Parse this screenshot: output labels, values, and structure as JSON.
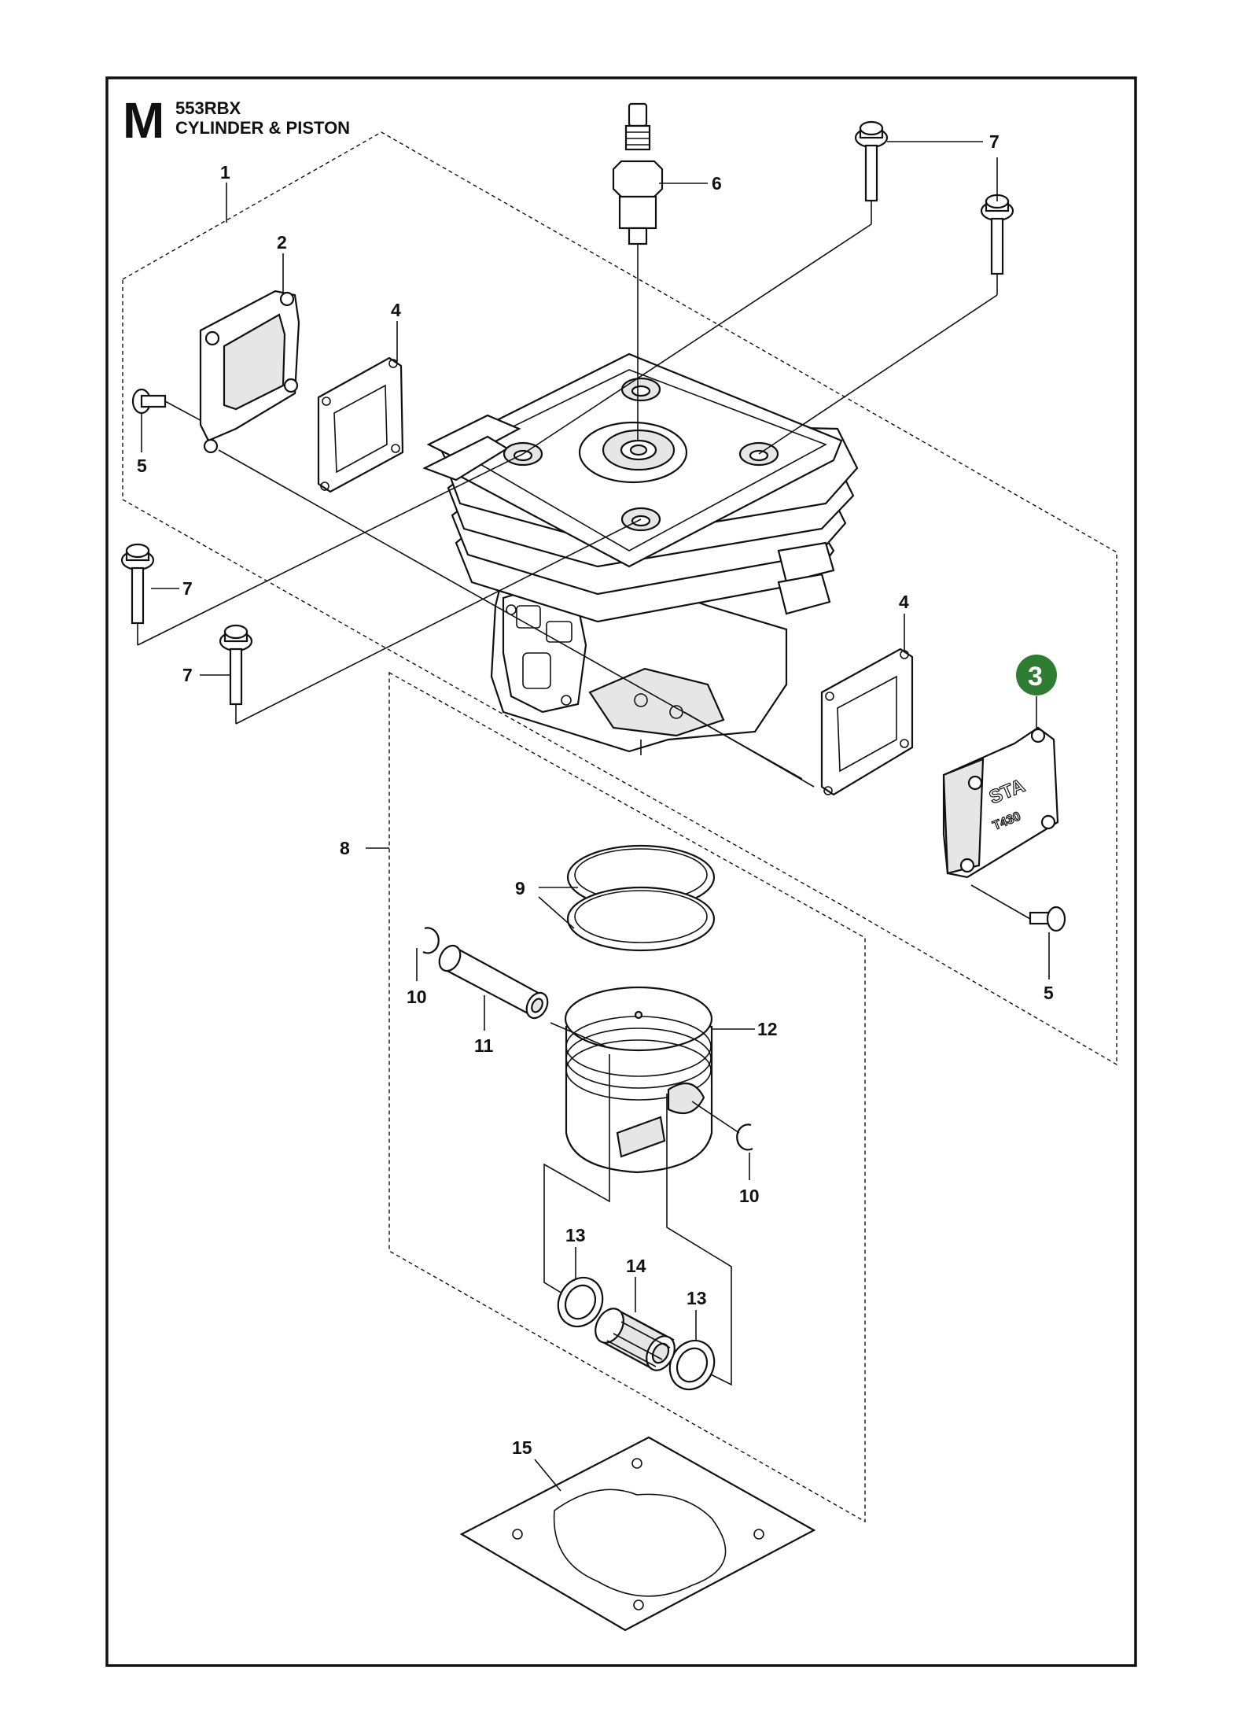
{
  "header": {
    "section_letter": "M",
    "model": "553RBX",
    "title": "CYLINDER & PISTON"
  },
  "callouts": [
    {
      "id": "1",
      "text": "1"
    },
    {
      "id": "2",
      "text": "2"
    },
    {
      "id": "4a",
      "text": "4"
    },
    {
      "id": "5a",
      "text": "5"
    },
    {
      "id": "6",
      "text": "6"
    },
    {
      "id": "7a",
      "text": "7"
    },
    {
      "id": "7b",
      "text": "7"
    },
    {
      "id": "7c",
      "text": "7"
    },
    {
      "id": "4b",
      "text": "4"
    },
    {
      "id": "3",
      "text": "3"
    },
    {
      "id": "8",
      "text": "8"
    },
    {
      "id": "9",
      "text": "9"
    },
    {
      "id": "5b",
      "text": "5"
    },
    {
      "id": "10a",
      "text": "10"
    },
    {
      "id": "11",
      "text": "11"
    },
    {
      "id": "12",
      "text": "12"
    },
    {
      "id": "10b",
      "text": "10"
    },
    {
      "id": "13a",
      "text": "13"
    },
    {
      "id": "14",
      "text": "14"
    },
    {
      "id": "13b",
      "text": "13"
    },
    {
      "id": "15",
      "text": "15"
    }
  ],
  "highlight": {
    "callout": "3",
    "color": "#2e7d32"
  },
  "embossed_text": {
    "brand": "STA",
    "code": "T430"
  },
  "colors": {
    "line": "#111111",
    "background": "#ffffff",
    "badge": "#2e7d32"
  }
}
